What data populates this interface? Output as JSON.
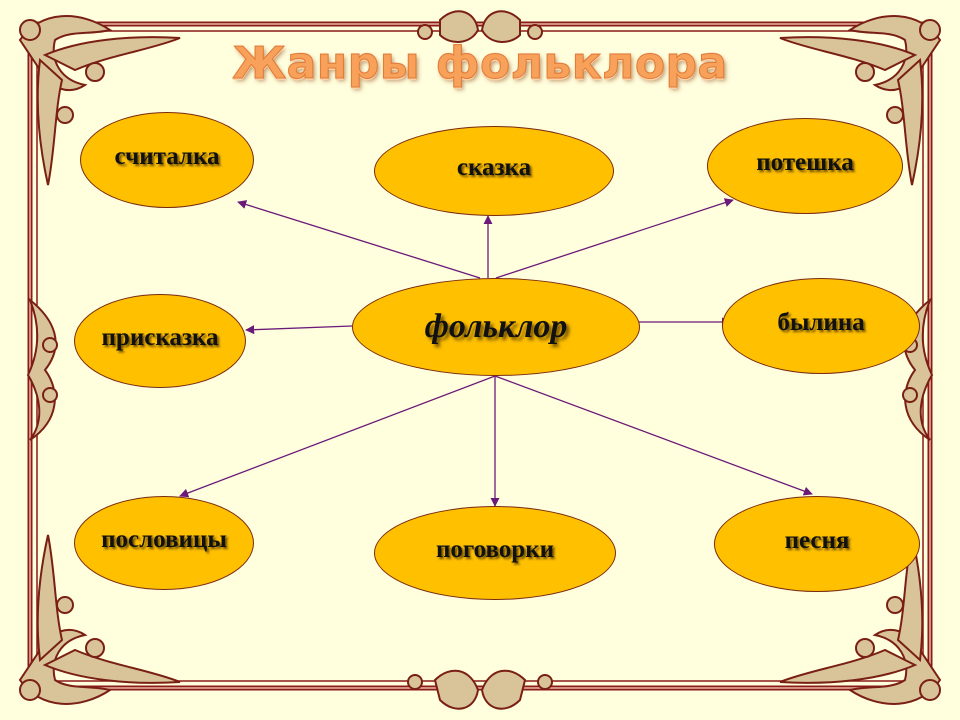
{
  "title": "Жанры фольклора",
  "colors": {
    "background": "#fffedd",
    "node_fill": "#ffc000",
    "node_border": "#7a2a10",
    "arrow": "#6b1a7a",
    "title": "#f7a15a",
    "frame_dark": "#8b1a1a",
    "frame_ornament": "#d9c49a"
  },
  "center_node": {
    "label": "фольклор"
  },
  "nodes": [
    {
      "id": "schitalka",
      "label": "считалка"
    },
    {
      "id": "skazka",
      "label": "сказка"
    },
    {
      "id": "poteshka",
      "label": "потешка"
    },
    {
      "id": "priskazka",
      "label": "присказка"
    },
    {
      "id": "bylina",
      "label": "былина"
    },
    {
      "id": "poslovitsy",
      "label": "пословицы"
    },
    {
      "id": "pogovorki",
      "label": "поговорки"
    },
    {
      "id": "pesnya",
      "label": "песня"
    }
  ]
}
